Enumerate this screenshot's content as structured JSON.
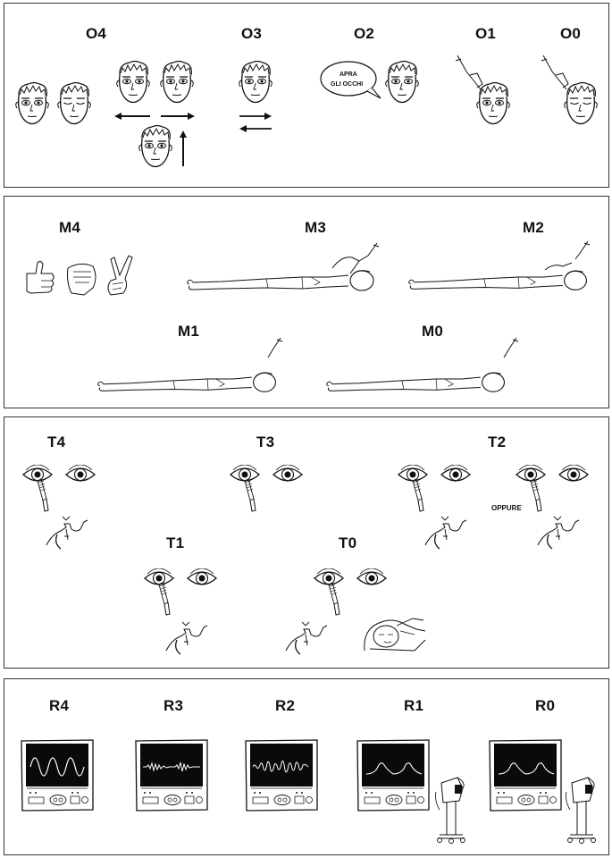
{
  "eye_section": {
    "labels": {
      "o4": "O4",
      "o3": "O3",
      "o2": "O2",
      "o1": "O1",
      "o0": "O0"
    },
    "speech_bubble": {
      "line1": "APRA",
      "line2": "GLI OCCHI"
    }
  },
  "motor_section": {
    "labels": {
      "m4": "M4",
      "m3": "M3",
      "m2": "M2",
      "m1": "M1",
      "m0": "M0"
    }
  },
  "brainstem_section": {
    "labels": {
      "t4": "T4",
      "t3": "T3",
      "t2": "T2",
      "t1": "T1",
      "t0": "T0"
    },
    "or_text": "OPPURE"
  },
  "respiration_section": {
    "labels": {
      "r4": "R4",
      "r3": "R3",
      "r2": "R2",
      "r1": "R1",
      "r0": "R0"
    }
  },
  "colors": {
    "ink": "#111111",
    "screen": "#0a0a0a",
    "waveform": "#ffffff",
    "border": "#333333"
  },
  "icons": [
    "face-icon",
    "arrow-icon",
    "speech-bubble-icon",
    "hand-pinch-icon",
    "thumbs-up-icon",
    "fist-icon",
    "peace-sign-icon",
    "lying-body-icon",
    "eye-icon",
    "penlight-icon",
    "profile-face-icon",
    "ventilator-icon",
    "monitor-icon"
  ]
}
